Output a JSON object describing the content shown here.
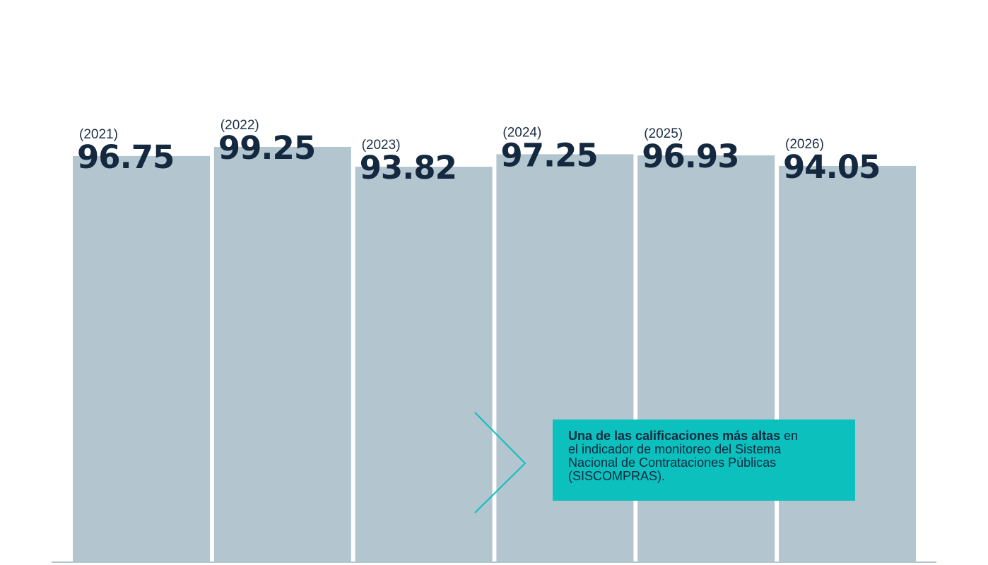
{
  "chart_data": {
    "type": "bar",
    "categories": [
      "(2021)",
      "(2022)",
      "(2023)",
      "(2024)",
      "(2025)",
      "(2026)"
    ],
    "values": [
      96.75,
      99.25,
      93.82,
      97.25,
      96.93,
      94.05
    ],
    "value_labels": [
      "96.75",
      "99.25",
      "93.82",
      "97.25",
      "96.93",
      "94.05"
    ],
    "title": "",
    "xlabel": "",
    "ylabel": "",
    "grid": false,
    "colors": {
      "bar": "#b3c5cf",
      "label": "#14293f",
      "callout_bg": "#0cc0be",
      "chevron": "#0cc0be",
      "baseline": "#b3c5cf"
    }
  },
  "callout": {
    "bold_text": "Una de las calificaciones más altas",
    "line1_rest": " en",
    "line2": "el indicador de monitoreo del Sistema",
    "line3": "Nacional de Contrataciones Públicas",
    "line4": "(SISCOMPRAS)."
  }
}
